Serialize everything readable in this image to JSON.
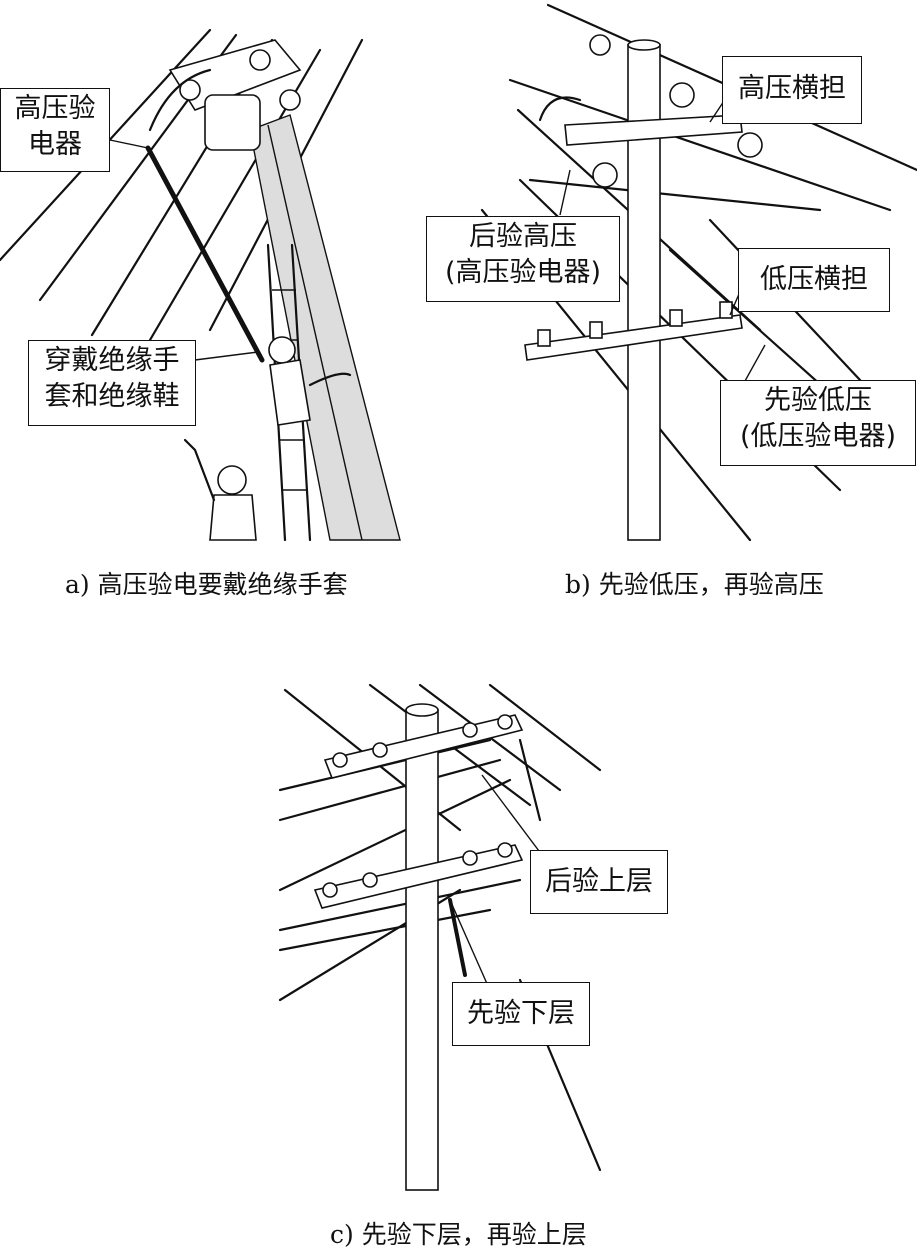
{
  "panel_a": {
    "caption": "a) 高压验电要戴绝缘手套",
    "label_detector": [
      "高压验",
      "电器"
    ],
    "label_gear": [
      "穿戴绝缘手",
      "套和绝缘鞋"
    ]
  },
  "panel_b": {
    "caption": "b) 先验低压，再验高压",
    "label_hv_crossarm": "高压横担",
    "label_hv_after": [
      "后验高压",
      "(高压验电器)"
    ],
    "label_lv_crossarm": "低压横担",
    "label_lv_first": [
      "先验低压",
      "(低压验电器)"
    ]
  },
  "panel_c": {
    "caption": "c) 先验下层，再验上层",
    "label_upper_after": "后验上层",
    "label_lower_first": "先验下层"
  }
}
